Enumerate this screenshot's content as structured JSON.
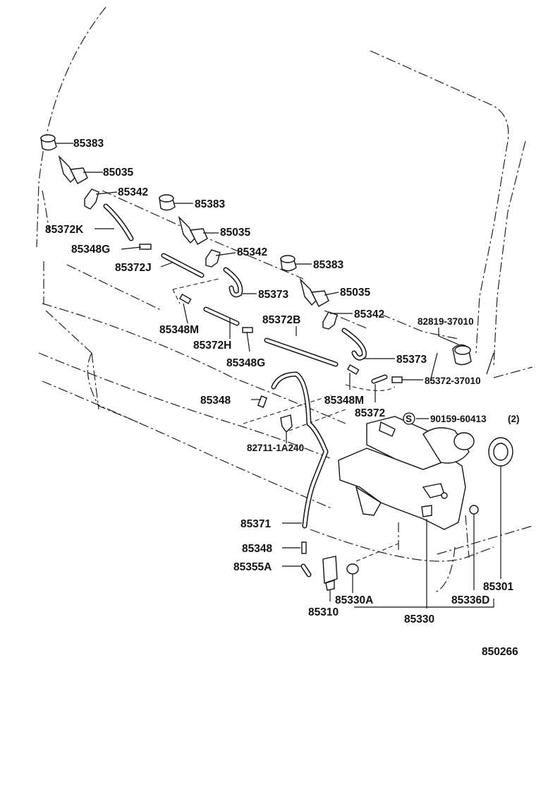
{
  "labels": {
    "p85383a": "85383",
    "p85035a": "85035",
    "p85342a": "85342",
    "p85383b": "85383",
    "p85372K": "85372K",
    "p85035b": "85035",
    "p85348G1": "85348G",
    "p85342b": "85342",
    "p85372J": "85372J",
    "p85383c": "85383",
    "p85035c": "85035",
    "p85373a": "85373",
    "p85342c": "85342",
    "p85372B": "85372B",
    "p82819": "82819-37010",
    "p85348M1": "85348M",
    "p85372H": "85372H",
    "p85373b": "85373",
    "p85348G2": "85348G",
    "p85372_37010": "85372-37010",
    "p85348a": "85348",
    "p85348M2": "85348M",
    "p85372": "85372",
    "p90159": "90159-60413",
    "p90159_qty": "(2)",
    "p90159_marker": "S",
    "p82711": "82711-1A240",
    "p85371": "85371",
    "p85348b": "85348",
    "p85355A": "85355A",
    "p85301": "85301",
    "p85330A": "85330A",
    "p85336D": "85336D",
    "p85310": "85310",
    "p85330": "85330",
    "diagram_id": "850266"
  }
}
